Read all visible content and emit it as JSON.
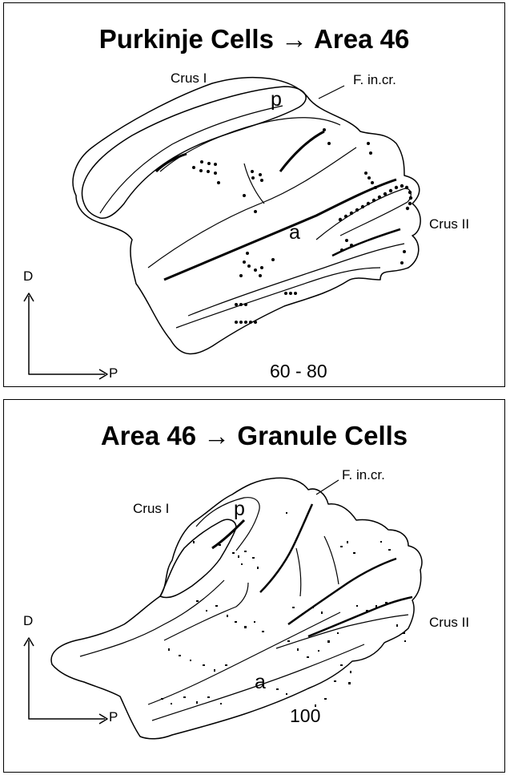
{
  "panels": [
    {
      "title": "Purkinje Cells → Area 46",
      "labels": {
        "crus1": "Crus I",
        "fincr": "F. in.cr.",
        "p": "p",
        "a": "a",
        "crus2": "Crus II"
      },
      "axes": {
        "dorsal": "D",
        "posterior": "P"
      },
      "section_number": "60 - 80"
    },
    {
      "title": "Area 46 → Granule Cells",
      "labels": {
        "crus1": "Crus I",
        "fincr": "F. in.cr.",
        "p": "p",
        "a": "a",
        "crus2": "Crus II"
      },
      "axes": {
        "dorsal": "D",
        "posterior": "P"
      },
      "section_number": "100"
    }
  ],
  "colors": {
    "line": "#000000",
    "background": "#ffffff"
  }
}
